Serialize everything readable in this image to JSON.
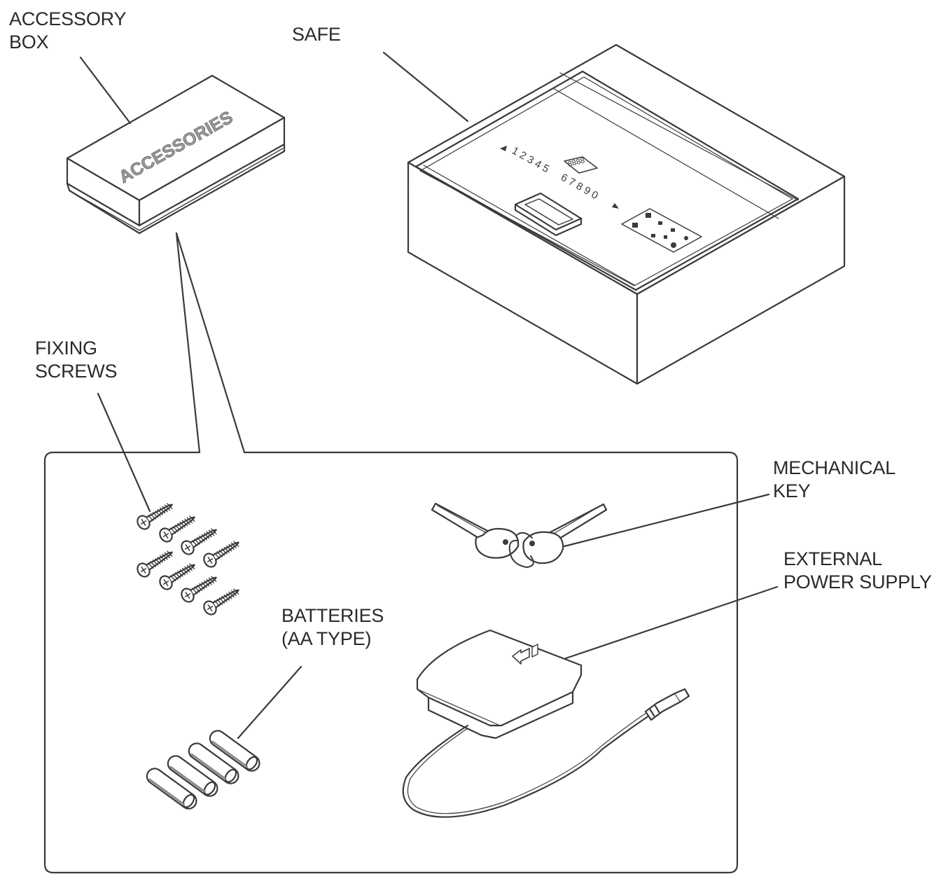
{
  "labels": {
    "accessory_box": [
      "ACCESSORY",
      "BOX"
    ],
    "safe": "SAFE",
    "fixing_screws": [
      "FIXING",
      "SCREWS"
    ],
    "mechanical_key": [
      "MECHANICAL",
      "KEY"
    ],
    "external_power_supply": [
      "EXTERNAL",
      "POWER SUPPLY"
    ],
    "batteries": [
      "BATTERIES",
      "(AA TYPE)"
    ]
  },
  "box_print": "ACCESSORIES",
  "keypad": {
    "top_row": "1 2 3 4 5",
    "bottom_row": "6 7 8 9 0",
    "display": "8888"
  },
  "colors": {
    "line": "#3a3a3a",
    "text": "#2a2a2a",
    "box_print": "#9a9a9a",
    "shade": "#d8d8d8"
  }
}
